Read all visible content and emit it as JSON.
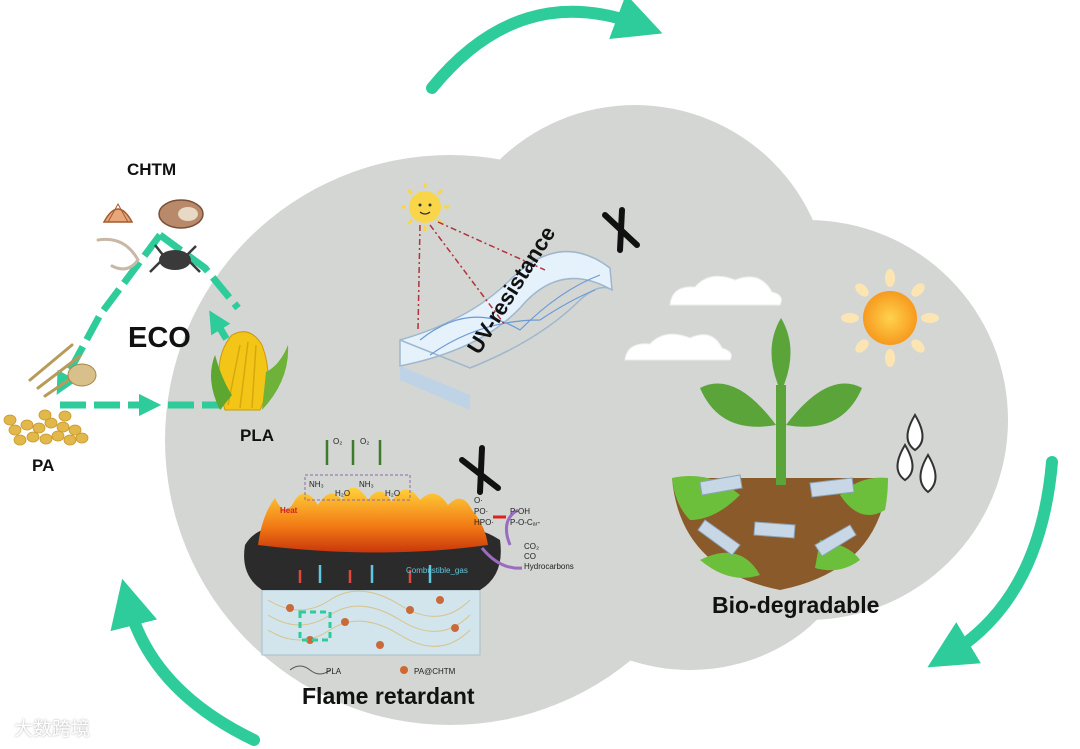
{
  "labels": {
    "chtm": "CHTM",
    "eco": "ECO",
    "pa": "PA",
    "pla": "PLA",
    "uv": "UV-resistance",
    "bio": "Bio-degradable",
    "flame": "Flame retardant"
  },
  "mechanism": {
    "o2_a": "O₂",
    "o2_b": "O₂",
    "nh3_a": "NH₃",
    "h2o_a": "H₂O",
    "nh3_b": "NH₃",
    "h2o_b": "H₂O",
    "heat": "Heat",
    "radicals": [
      "O·",
      "PO·",
      "HPO·"
    ],
    "products": [
      "P-OH",
      "P-O-Cₐᵣ-"
    ],
    "gases": [
      "CO₂",
      "CO",
      "Hydrocarbons"
    ],
    "combustible_gas": "Combustible_gas",
    "legend_pla": "PLA",
    "legend_pachtm": "PA@CHTM"
  },
  "watermark": "大数跨境",
  "colors": {
    "cycle_arrow": "#2ecc9a",
    "blob": "#d3d6d3",
    "leaf": "#5aa43a",
    "soil": "#8b5a2b",
    "grass": "#6cbf3a",
    "sun": "#f7a823",
    "fire": "#f28a1c",
    "char": "#2b2b2b"
  },
  "icons": [
    "sun-face-icon",
    "sun-icon",
    "cloud-icon",
    "plus-icon",
    "water-drop-icon",
    "plant-icon",
    "shell-icon",
    "shrimp-icon",
    "crab-icon",
    "corn-icon",
    "wheat-icon",
    "soybean-icon"
  ]
}
